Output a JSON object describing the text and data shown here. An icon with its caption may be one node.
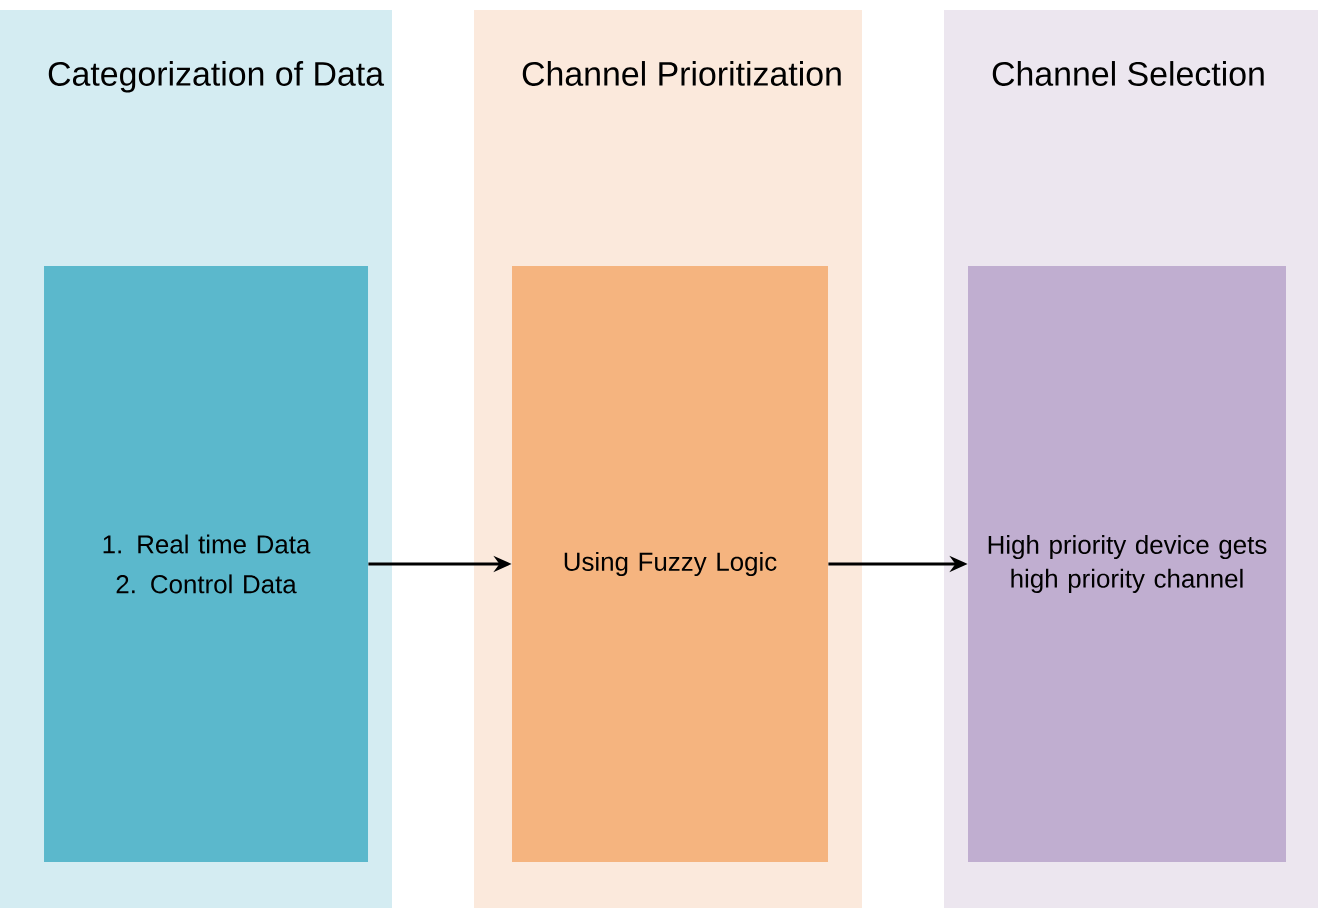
{
  "diagram": {
    "nodes": [
      {
        "text": [
          "Categorization of Data"
        ]
      },
      {
        "text": [
          "1. Real time Data",
          "2. Control Data"
        ],
        "in": 0
      },
      {
        "text": [
          "Channel Prioritization"
        ]
      },
      {
        "text": [
          "Using Fuzzy Logic"
        ],
        "in": 2
      },
      {
        "text": [
          "Channel Selection"
        ]
      },
      {
        "text": [
          "High priority device gets high priority channel"
        ],
        "in": 4
      }
    ],
    "edges": [
      {
        "from": 1,
        "to": 3,
        "arrow": "to"
      },
      {
        "from": 3,
        "to": 5,
        "arrow": "to"
      }
    ]
  }
}
